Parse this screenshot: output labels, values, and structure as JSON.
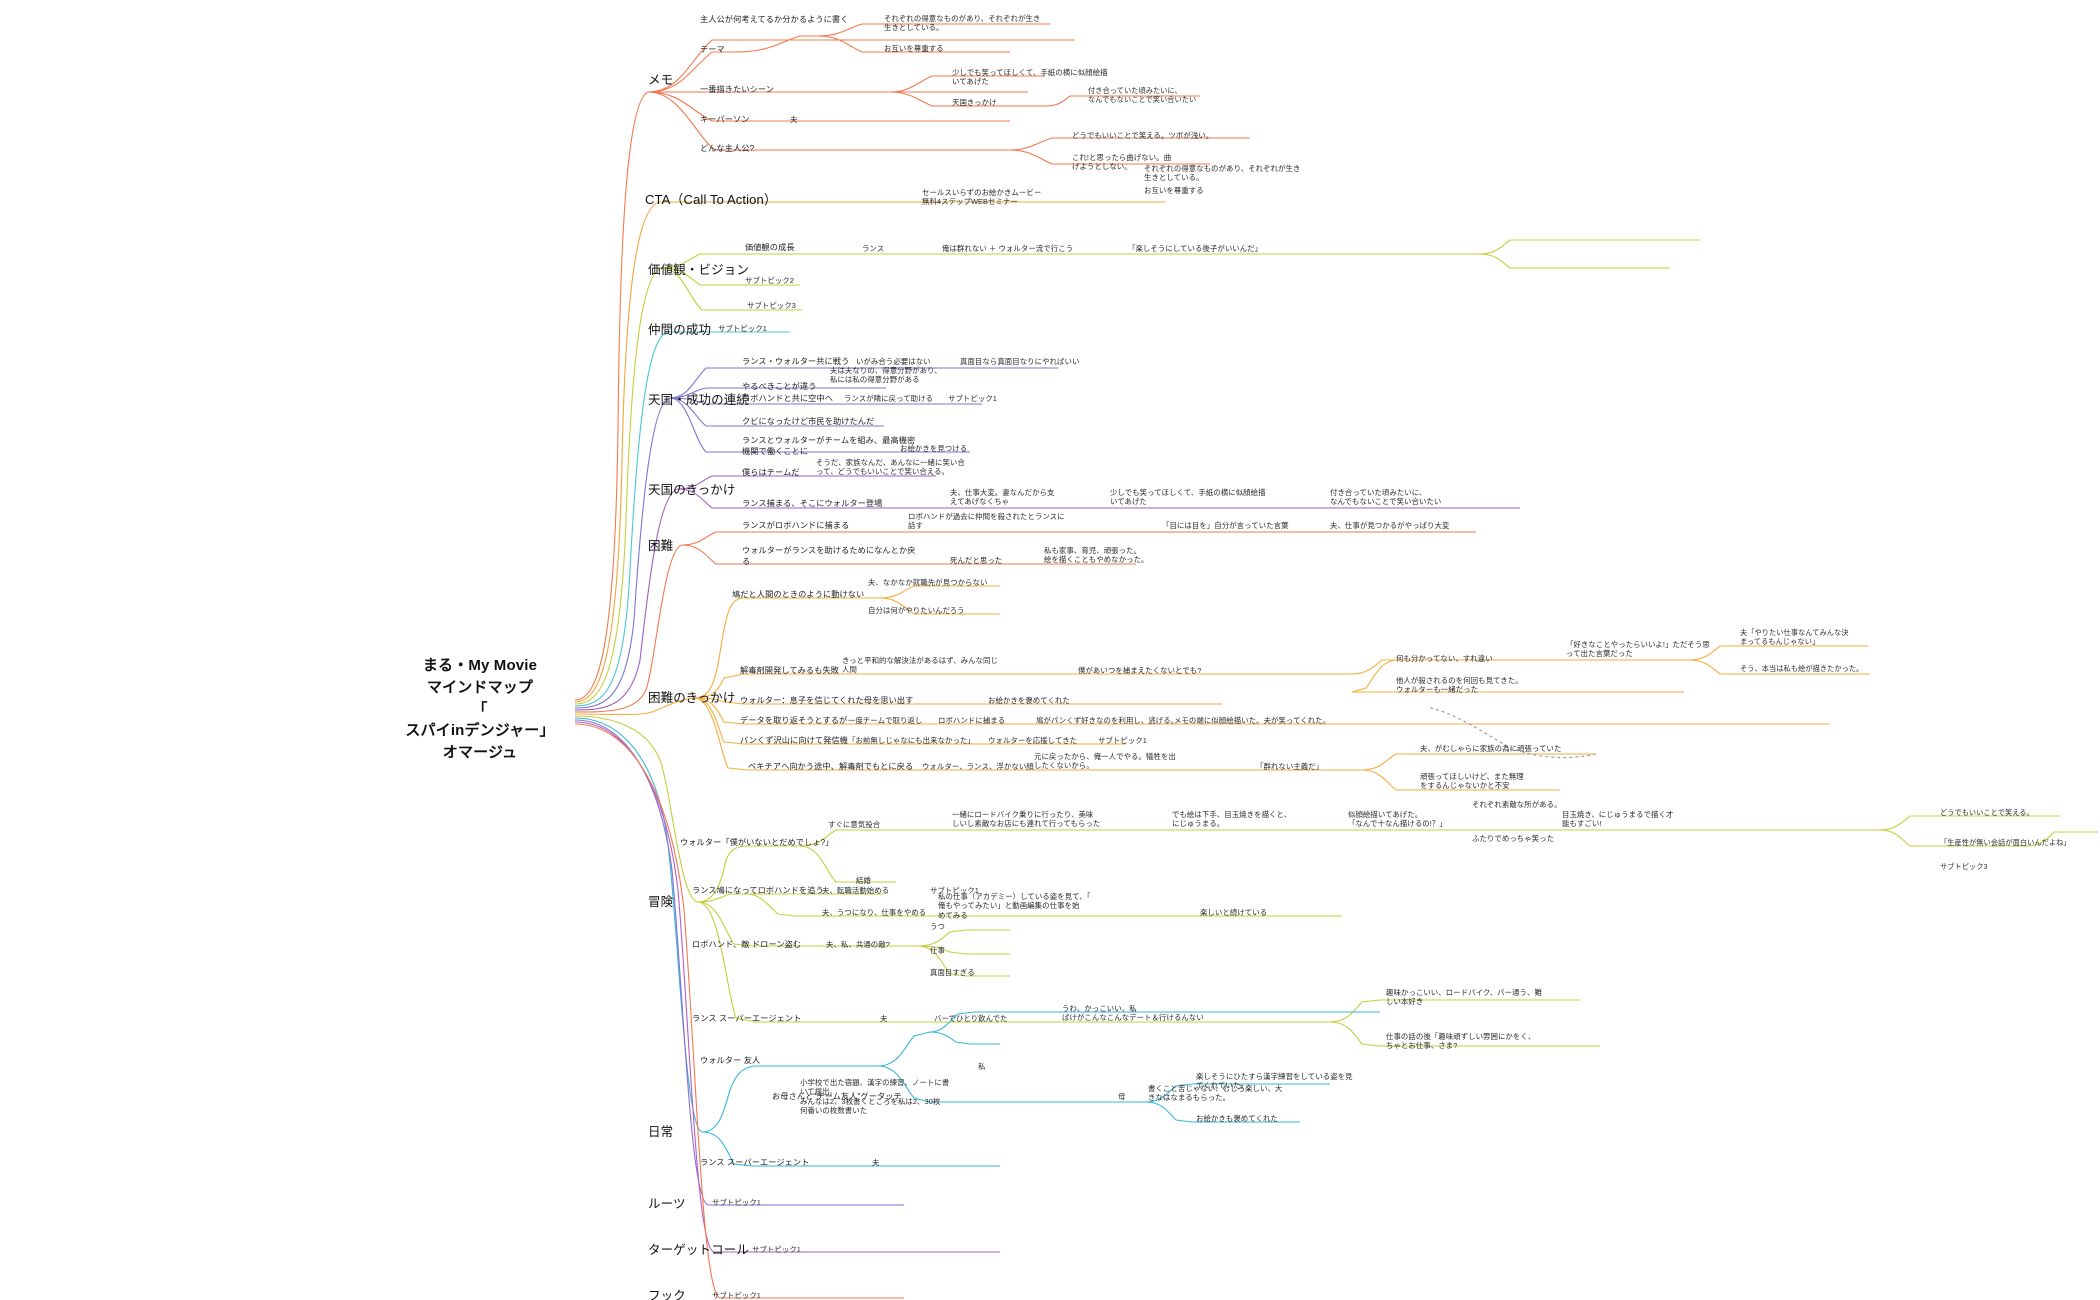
{
  "root": {
    "title": "まる・My Movie\nマインドマップ\n「\nスパイinデンジャー」\nオマージュ"
  },
  "colors": {
    "memo": "#f4784e",
    "cta": "#f0a73c",
    "values": "#c3cf3a",
    "peer": "#4cc5d6",
    "heaven_path": "#7b74d4",
    "heaven_trigger": "#a05fc0",
    "hardship": "#ef7a52",
    "hardship_trigger": "#f4ae3f",
    "adventure": "#c3cf3a",
    "daily": "#36b8d9",
    "roots": "#8a6fd0",
    "target": "#b35fc0",
    "hook": "#f4784e"
  },
  "branches": [
    {
      "id": "memo",
      "label": "メモ",
      "children": [
        {
          "label": "テーマ",
          "children": [
            {
              "label": "主人公が何考えてるか分かるように書く",
              "children": []
            },
            {
              "label": "",
              "children": []
            }
          ]
        },
        {
          "label": "一番描きたいシーン",
          "children": []
        },
        {
          "label": "キーパーソン",
          "children": []
        },
        {
          "label": "どんな主人公?",
          "children": []
        }
      ],
      "leaves": {
        "theme_a": "主人公が何考えてるか分かるように書く",
        "theme_b": "それぞれの得意なものがあり、それぞれが生き\n生きとしている。",
        "theme_c": "お互いを尊重する",
        "scene_a": "少しでも笑ってほしくて、手紙の横に似顔絵描\nいてあげた",
        "scene_b": "天国きっかけ",
        "scene_b2": "付き合っていた頃みたいに、\nなんでもないことで笑い合いたい",
        "key_person": "夫",
        "hero_a": "どうでもいいことで笑える。ツボが浅い。",
        "hero_b": "これ!と思ったら曲げない。曲\nげようとしない。"
      }
    },
    {
      "id": "cta",
      "label": "CTA（Call To Action）",
      "leaves": {
        "a": "セールスいらずのお絵かきムービー\n無料4ステップWEBセミナー"
      }
    },
    {
      "id": "values",
      "label": "価値観・ビジョン",
      "leaves": {
        "row1_a": "価値観の成長",
        "row1_b": "ランス",
        "row1_c": "俺は群れない ＋ ウォルター流で行こう",
        "row1_d": "「楽しそうにしている後子がいいんだ」",
        "row1_e": "それぞれの得意なものがあり、それぞれが生き\n生きとしている。",
        "row1_f": "お互いを尊重する",
        "row2": "サブトピック2",
        "row3": "サブトピック3"
      }
    },
    {
      "id": "peer",
      "label": "仲間の成功",
      "leaves": {
        "a": "サブトピック1"
      }
    },
    {
      "id": "heaven_path",
      "label": "天国・成功の連続",
      "leaves": {
        "r1a": "ランス・ウォルター共に戦う",
        "r1b": "いがみ合う必要はない",
        "r1c": "真面目なら真面目なりにやればいい",
        "r2a": "やるべきことが違う",
        "r2b": "夫は夫なりの、得意分野があり、\n私には私の得意分野がある",
        "r3a": "ロボハンドと共に空中へ",
        "r3b": "ランスが隣に戻って助ける",
        "r3c": "サブトピック1",
        "r4a": "クビになったけど市民を助けたんだ",
        "r5a": "ランスとウォルターがチームを組み、最高機密\n機関で働くことに",
        "r5b": "お絵かきを見つける"
      }
    },
    {
      "id": "heaven_trigger",
      "label": "天国のきっかけ",
      "leaves": {
        "r1a": "僕らはチームだ",
        "r1b": "そうだ、家族なんだ、あんなに一緒に笑い合\nって、どうでもいいことで笑い合える。",
        "r2a": "ランス捕まる、そこにウォルター登場",
        "r2b": "夫、仕事大変。妻なんだから支\nえてあげなくちゃ",
        "r2c": "少しでも笑ってほしくて、手紙の横に似顔絵描\nいてあげた",
        "r2d": "付き合っていた頃みたいに、\nなんでもないことで笑い合いたい"
      }
    },
    {
      "id": "hardship",
      "label": "困難",
      "leaves": {
        "r1a": "ランスがロボハンドに捕まる",
        "r1b": "ロボハンドが過去に仲間を殺されたとランスに\n話す",
        "r1c": "「目には目を」自分が言っていた言葉",
        "r1d": "夫、仕事が見つかるがやっぱり大変",
        "r2a": "ウォルターがランスを助けるためになんとか戻\nる",
        "r2b": "死んだと思った",
        "r2c": "私も家事、育児、頑張った。\n絵を描くこともやめなかった。"
      }
    },
    {
      "id": "hardship_trigger",
      "label": "困難のきっかけ",
      "leaves": {
        "p1a": "鳩だと人間のときのように動けない",
        "p1b": "夫、なかなか就職先が見つからない",
        "p1c": "自分は何がやりたいんだろう",
        "r1a": "解毒剤開発してみるも失敗",
        "r1b": "きっと平和的な解決法があるはず、みんな同じ\n人間",
        "r1c": "僕があいつを捕まえたくないとでも?",
        "r1d": "何も分かってない、すれ違い",
        "r1e": "「好きなことやったらいいよ!」ただそう思\nって出た言葉だった",
        "r1f": "夫「やりたい仕事なんてみんな決\nまってるもんじゃない」",
        "r1g": "そう、本当は私も絵が描きたかった。",
        "r1h": "他人が殺されるのを何回も見てきた。\nウォルターも一緒だった",
        "r2a": "ウォルター：息子を信じてくれた母を思い出す",
        "r2b": "お絵かきを褒めてくれた",
        "r3a": "データを取り返そうとするが",
        "r3b": "一度チームで取り返し",
        "r3c": "ロボハンドに捕まる",
        "r3d": "鳩がパンくず好きなのを利用し、逃げる。",
        "r3e": "メモの端に似顔絵描いた。夫が笑ってくれた。",
        "r4a": "パンくず沢山に向けて発信機",
        "r4b": "「お前無しじゃなにも出来なかった」",
        "r4c": "ウォルターを応援してきた",
        "r4d": "サブトピック1",
        "r5a": "ベキチアへ向かう途中、解毒剤でもとに戻る",
        "r5b": "ウォルター、ランス、浮かない顔",
        "r5c": "元に戻ったから、俺一人でやる。犠牲を出\nしたくないから。",
        "r5d": "「群れない主義だ」",
        "r5e": "夫、がむしゃらに家族の為に頑張っていた",
        "r5f": "頑張ってほしいけど、また無理\nをするんじゃないかと不安"
      }
    },
    {
      "id": "adventure",
      "label": "冒険",
      "leaves": {
        "r1a": "ウォルター「僕がいないとだめでしょ?」",
        "r1b": "すぐに意気投合",
        "r1c": "一緒にロードバイク乗りに行ったり、美味\nしいし素敵なお店にも連れて行ってもらった",
        "r1d": "でも絵は下手、目玉焼きを描くと、\nにじゅうまる。",
        "r1e": "似顔絵描いてあげた。\n「なんで十なん描けるの!？」",
        "r1f": "目玉焼き、にじゅうまるで描く才\n能もすごい!",
        "r1g": "それぞれ素敵な所がある。",
        "r1h": "ふたりでめっちゃ笑った",
        "r1i": "どうでもいいことで笑える。",
        "r1j": "「生産性が無い会話が面白いんだよね」",
        "r1k": "サブトピック3",
        "r2a": "結婚",
        "r3a": "ランス鳩になってロボハンドを追う",
        "r3b": "夫、転職活動始める",
        "r3c": "サブトピック1",
        "r3d": "夫、うつになり、仕事をやめる",
        "r3e": "私の仕事（アカデミー）している姿を見て、「\n俺もやってみたい」と動画編集の仕事を始\nめてみる",
        "r3f": "楽しいと続けている",
        "r4a": "ロボハンド、敵 ドローン盗む",
        "r4b": "夫、私、共通の敵?",
        "r4c": "うつ",
        "r4d": "仕事",
        "r4e": "真面目すぎる",
        "r5a": "ランス スーパーエージェント",
        "r5b": "夫",
        "r5c": "バーでひとり飲んでた",
        "r5d": "うわ、かっこいい、私\nばけがこんなこんなデート＆行けるんない",
        "r5e": "趣味かっこいい、ロードバイク、バー通う、難\nしい本好き",
        "r5f": "仕事の話の後「趣味頑ずしい雰囲にかをく、\nちゃとお仕事、さま?"
      }
    },
    {
      "id": "daily",
      "label": "日常",
      "leaves": {
        "r1a": "ウォルター 友人",
        "r1b": "小学校で出た宿題、漢字の練習、ノートに書\nいて提出。\nみんなは2、3枚書くところを私は2、30枚\n何番いの枚数書いた",
        "r1c": "書くこと苦じゃない、むしろ楽しい、大\nきなはなまるもらった。",
        "r1d": "私",
        "r2a": "お母さんと\"チーム友人\"グータッチ",
        "r2b": "母",
        "r2c": "楽しそうにひたすら漢字練習をしている姿を見\nてくれていた。",
        "r2d": "お絵かきも褒めてくれた",
        "r3a": "ランス スーパーエージェント",
        "r3b": "夫"
      }
    },
    {
      "id": "roots",
      "label": "ルーツ",
      "leaves": {
        "a": "サブトピック1"
      }
    },
    {
      "id": "target",
      "label": "ターゲットコール",
      "leaves": {
        "a": "サブトピック1"
      }
    },
    {
      "id": "hook",
      "label": "フック",
      "leaves": {
        "a": "サブトピック1"
      }
    }
  ]
}
